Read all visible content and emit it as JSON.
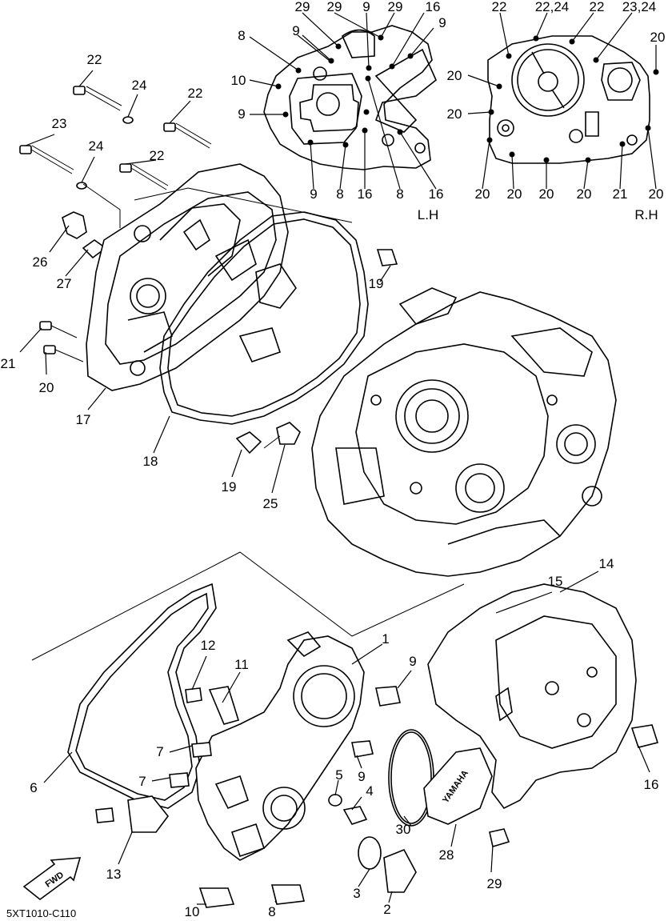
{
  "diagram": {
    "code": "5XT1010-C110",
    "fwd_label": "FWD",
    "brand_label": "YAMAHA",
    "side_labels": {
      "left": "L.H",
      "right": "R.H"
    },
    "callouts": {
      "lh": [
        "29",
        "29",
        "9",
        "29",
        "16",
        "9",
        "8",
        "9",
        "10",
        "9",
        "9",
        "8",
        "16",
        "8",
        "16"
      ],
      "rh": [
        "22",
        "22,24",
        "22",
        "23,24",
        "20",
        "20",
        "20",
        "20",
        "20",
        "20",
        "20",
        "21",
        "20"
      ],
      "left_cover": [
        "22",
        "24",
        "22",
        "23",
        "24",
        "22",
        "26",
        "27",
        "19",
        "21",
        "20",
        "17",
        "18",
        "19",
        "25"
      ],
      "lower": [
        "1",
        "9",
        "15",
        "14",
        "12",
        "11",
        "7",
        "7",
        "6",
        "9",
        "5",
        "4",
        "30",
        "13",
        "28",
        "29",
        "16",
        "3",
        "2",
        "10",
        "8"
      ]
    }
  }
}
